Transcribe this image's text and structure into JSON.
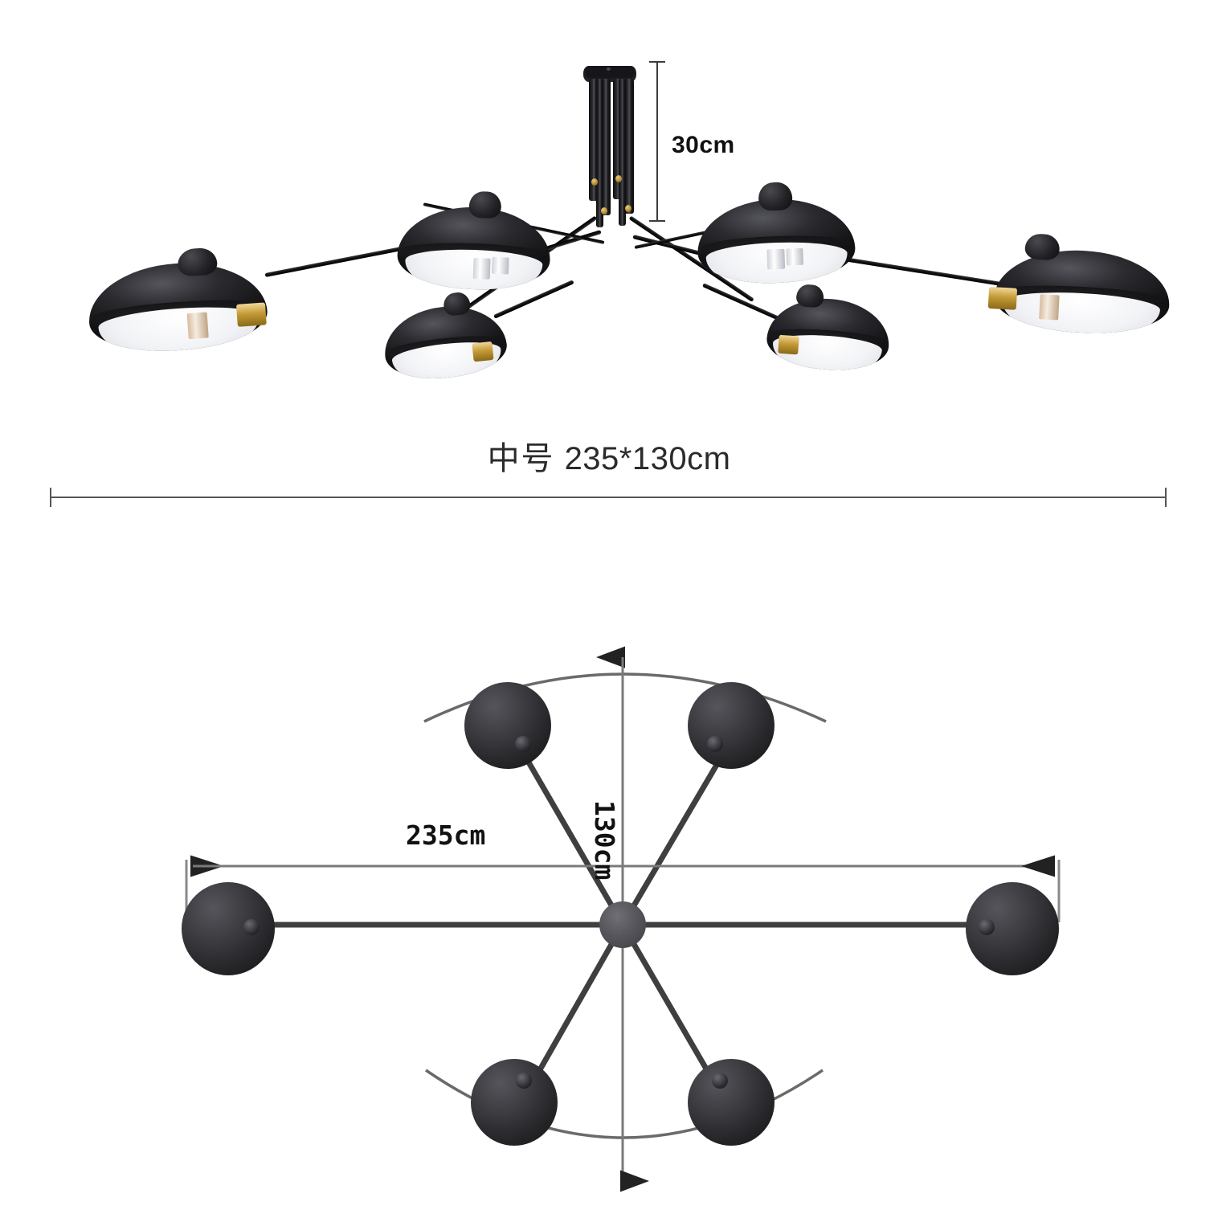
{
  "product": {
    "name_cn": "中号",
    "size_text": "235*130cm",
    "caption_full": "中号 235*130cm"
  },
  "front_view": {
    "height_dimension_label": "30cm",
    "width_dimension_label": "235*130cm",
    "shade_count": 6,
    "parts": {
      "canopy": "ceiling-canopy",
      "drop_tubes": 6,
      "arm_count": 6
    }
  },
  "top_view": {
    "width_dimension_label": "235cm",
    "depth_dimension_label": "130cm",
    "shade_count": 6,
    "hub": "center-hub"
  },
  "colors": {
    "shade_black": "#1a1a1d",
    "shade_interior_white": "#ffffff",
    "brass": "#c49b36",
    "dimension_line": "#555555",
    "text": "#2b2b2b",
    "label_bold": "#111111",
    "background": "#ffffff"
  }
}
